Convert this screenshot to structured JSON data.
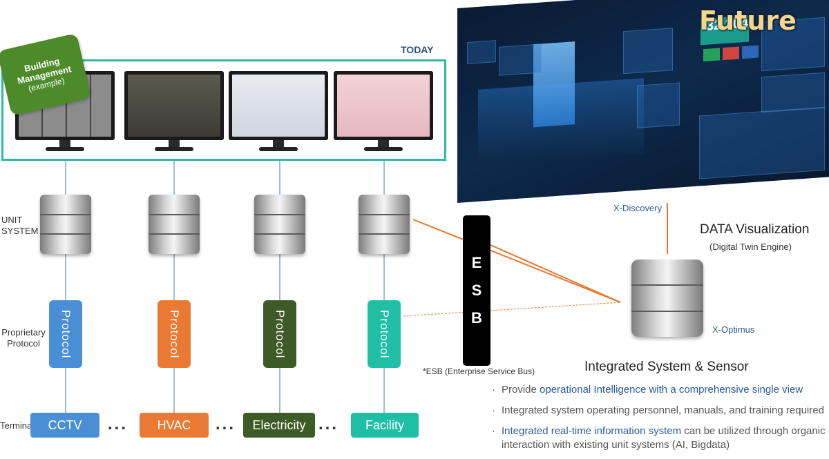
{
  "header": {
    "today": "TODAY",
    "future": "Future"
  },
  "badge": {
    "line1": "Building",
    "line2": "Management",
    "line3": "(example)"
  },
  "row_labels": {
    "unit_system": [
      "UNIT",
      "SYSTEM"
    ],
    "proprietary": [
      "Proprietary",
      "Protocol"
    ],
    "terminal": "Terminal"
  },
  "protocols": [
    {
      "label": "Protocol",
      "color": "#4a8fd6"
    },
    {
      "label": "Protocol",
      "color": "#ea7a33"
    },
    {
      "label": "Protocol",
      "color": "#3d5b26"
    },
    {
      "label": "Protocol",
      "color": "#1fbfa6"
    }
  ],
  "terminals": [
    {
      "label": "CCTV",
      "color": "#4a8fd6"
    },
    {
      "label": "HVAC",
      "color": "#ea7a33"
    },
    {
      "label": "Electricity",
      "color": "#3d5b26"
    },
    {
      "label": "Facility",
      "color": "#1fbfa6"
    }
  ],
  "dots": "...",
  "esb": {
    "letters": [
      "E",
      "S",
      "B"
    ],
    "note": "*ESB (Enterprise Service Bus)"
  },
  "dashboard": {
    "value": "32.304"
  },
  "right": {
    "x_discovery": "X-Discovery",
    "data_viz": "DATA Visualization",
    "data_viz_sub": "(Digital Twin Engine)",
    "x_optimus": "X-Optimus",
    "integrated": "Integrated System & Sensor"
  },
  "bullets": [
    {
      "plain_before": "Provide ",
      "highlight": "operational Intelligence with a comprehensive single view",
      "plain_after": ""
    },
    {
      "plain_before": "Integrated system operating personnel, manuals, and training required",
      "highlight": "",
      "plain_after": ""
    },
    {
      "plain_before": "",
      "highlight": "Integrated real-time information system",
      "plain_after": " can be utilized through organic interaction with existing unit systems (AI, Bigdata)"
    }
  ],
  "colors": {
    "today_frame": "#2fb9a4",
    "badge": "#4c8a2a",
    "connector_orange": "#e8762c",
    "connector_blue": "#5b8fc6"
  }
}
